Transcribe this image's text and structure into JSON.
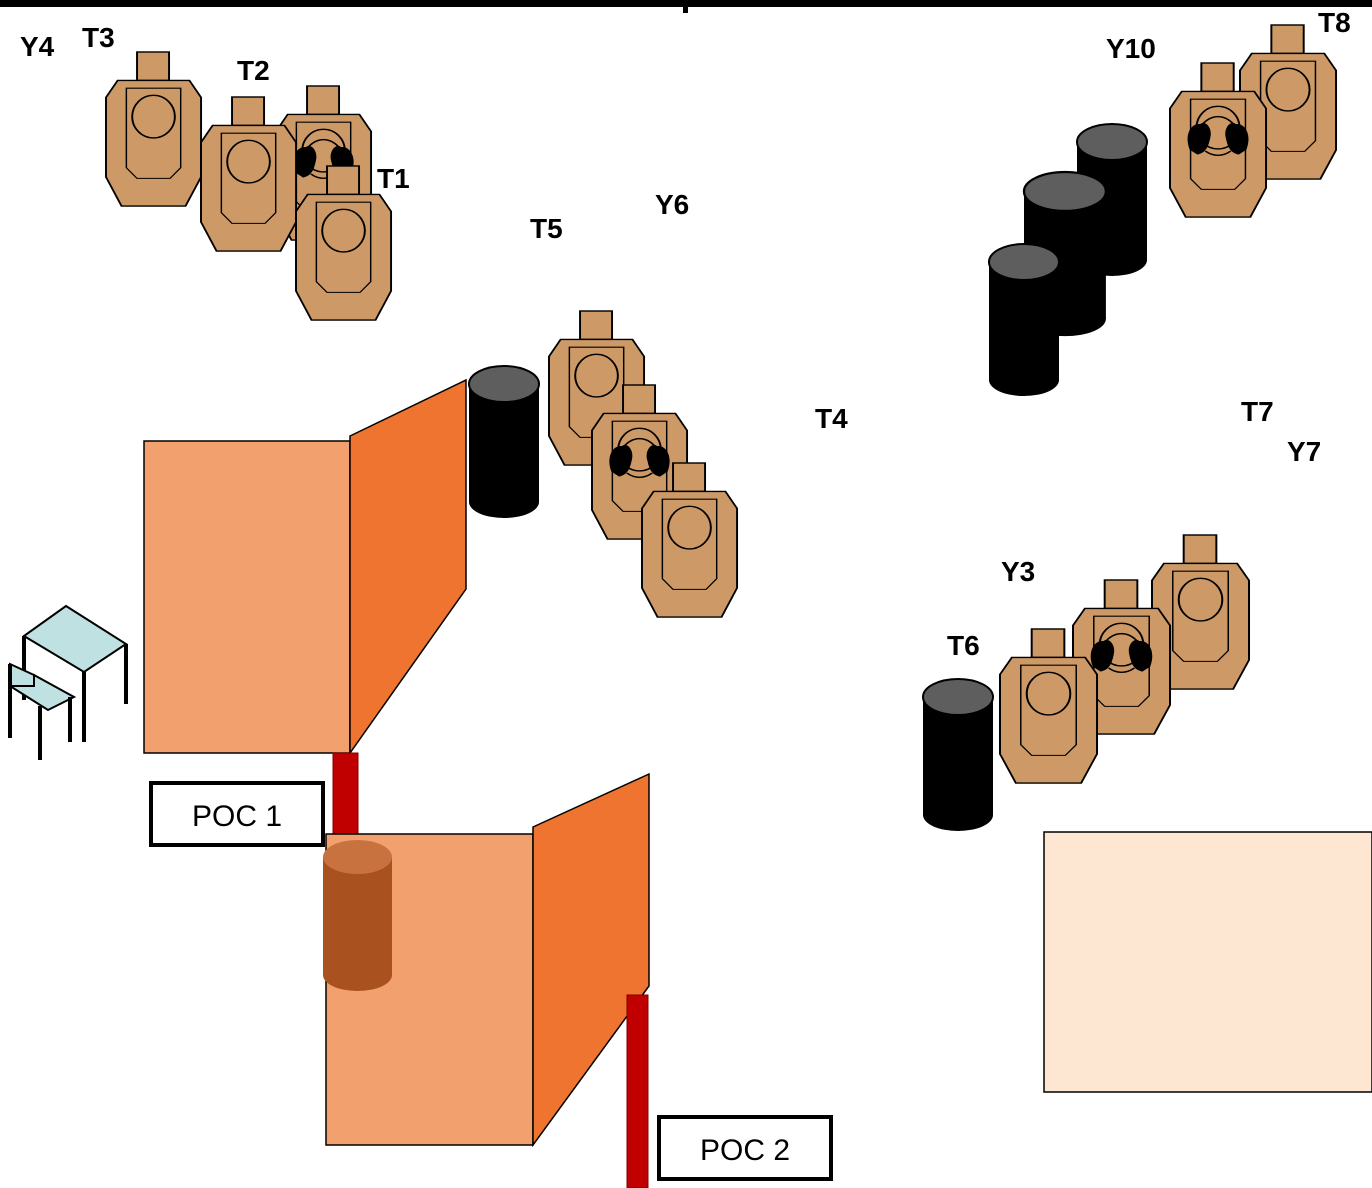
{
  "labels": {
    "y4": "Y4",
    "t3": "T3",
    "t2": "T2",
    "t1": "T1",
    "t5": "T5",
    "y6": "Y6",
    "t4": "T4",
    "y10": "Y10",
    "t8": "T8",
    "t7": "T7",
    "y7": "Y7",
    "y3": "Y3",
    "t6": "T6"
  },
  "poc": {
    "poc1": "POC 1",
    "poc2": "POC 2"
  },
  "colors": {
    "target_fill": "#cd9a67",
    "wall_front": "#f2a06e",
    "wall_side": "#ee7430",
    "barrel_body": "#000000",
    "barrel_top": "#5e5e5e",
    "brown_barrel_body": "#a9521f",
    "brown_barrel_top": "#c8733f",
    "fault_line": "#c00000",
    "table_top": "#bfe1e2",
    "shed_fill": "#fde6d2"
  }
}
